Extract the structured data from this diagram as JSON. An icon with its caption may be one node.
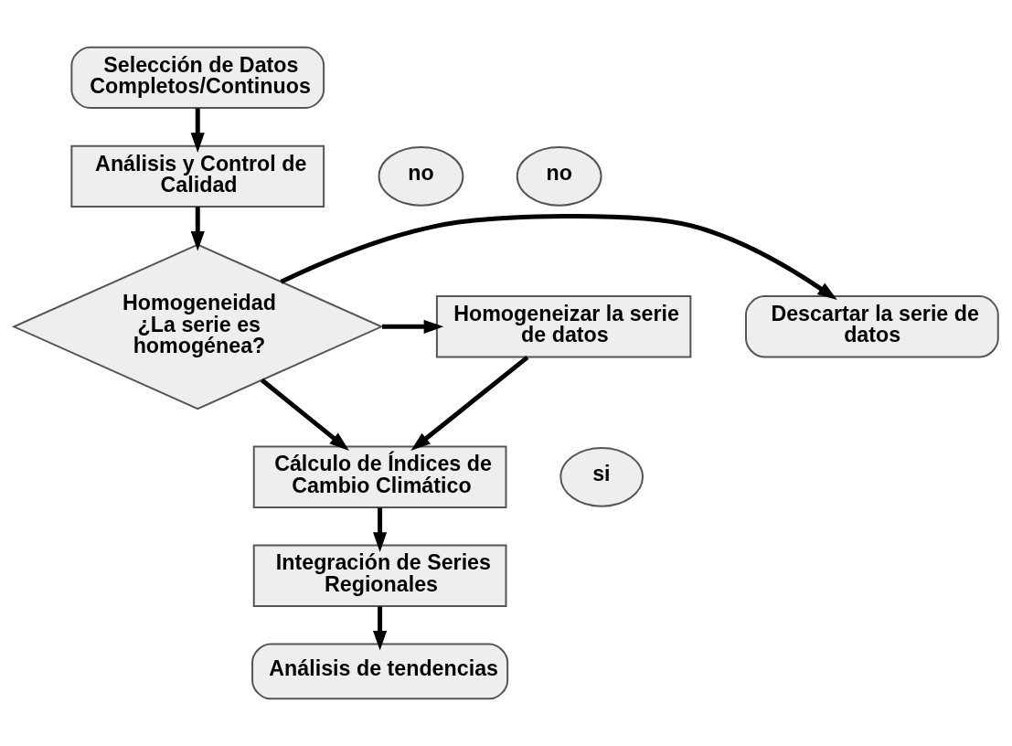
{
  "diagram": {
    "nodes": [
      {
        "text": [
          "Selección de Datos Completos/Continuos"
        ]
      },
      {
        "text": [
          "Análisis y Control de Calidad"
        ]
      },
      {
        "text": [
          "Homogeneidad ¿La serie es homogénea?"
        ]
      },
      {
        "text": [
          "Descartar la serie de datos"
        ]
      },
      {
        "text": [
          "Homogeneizar la serie de datos"
        ]
      },
      {
        "text": [
          "Cálculo de Índices de Cambio Climático"
        ]
      },
      {
        "text": [
          "Integración de Series Regionales"
        ]
      },
      {
        "text": [
          "Análisis de tendencias"
        ]
      },
      {
        "text": [
          "no"
        ]
      },
      {
        "text": [
          "no"
        ]
      },
      {
        "text": [
          "si"
        ]
      }
    ],
    "edges": [
      {
        "from": 0,
        "to": 1,
        "arrow": "to"
      },
      {
        "from": 1,
        "to": 2,
        "arrow": "to"
      },
      {
        "from": 2,
        "to": 3,
        "arrow": "to"
      },
      {
        "from": 2,
        "to": 4,
        "arrow": "to"
      },
      {
        "from": 2,
        "to": 5,
        "arrow": "to"
      },
      {
        "from": 4,
        "to": 5,
        "arrow": "to"
      },
      {
        "from": 5,
        "to": 6,
        "arrow": "to"
      },
      {
        "from": 6,
        "to": 7,
        "arrow": "to"
      }
    ]
  }
}
